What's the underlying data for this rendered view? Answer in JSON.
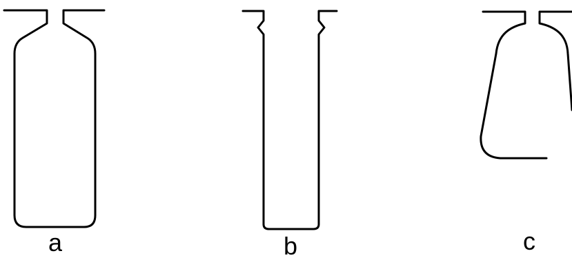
{
  "figure": {
    "shapes": [
      {
        "id": "a",
        "label": "a"
      },
      {
        "id": "b",
        "label": "b"
      },
      {
        "id": "c",
        "label": "c"
      }
    ]
  }
}
